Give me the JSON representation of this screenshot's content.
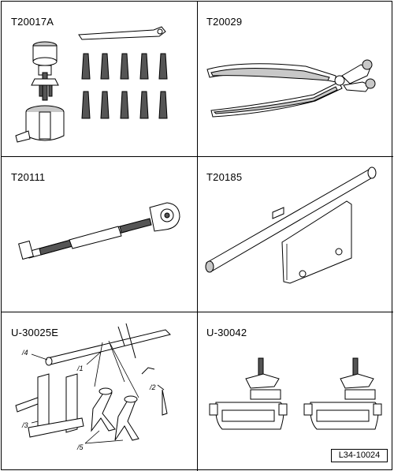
{
  "cells": [
    {
      "tool": "T20017A"
    },
    {
      "tool": "T20029"
    },
    {
      "tool": "T20111"
    },
    {
      "tool": "T20185"
    },
    {
      "tool": "U-30025E",
      "callouts": [
        "/4",
        "/1",
        "/2",
        "/3",
        "/5"
      ]
    },
    {
      "tool": "U-30042"
    }
  ],
  "reference": "L34-10024"
}
